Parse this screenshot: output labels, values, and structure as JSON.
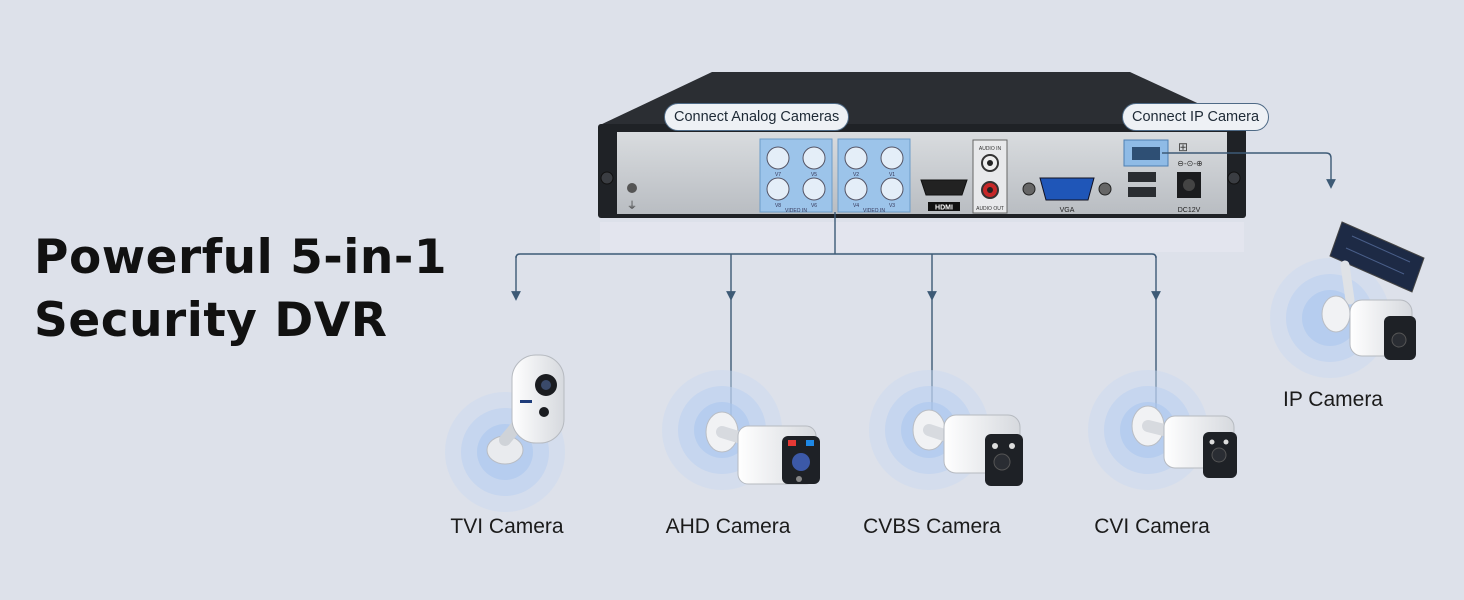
{
  "headline": {
    "line1": "Powerful 5-in-1",
    "line2": "Security DVR"
  },
  "callouts": {
    "analog": "Connect Analog Cameras",
    "ip": "Connect IP Camera"
  },
  "dvr": {
    "panel": {
      "video_in": "VIDEO IN",
      "audio_in": "AUDIO IN",
      "audio_out": "AUDIO OUT",
      "hdmi": "HDMI",
      "vga": "VGA",
      "dc": "DC12V",
      "bnc": [
        "V1",
        "V2",
        "V3",
        "V4",
        "V5",
        "V6",
        "V7",
        "V8"
      ]
    }
  },
  "cameras": {
    "tvi": "TVI Camera",
    "ahd": "AHD Camera",
    "cvbs": "CVBS Camera",
    "cvi": "CVI Camera",
    "ip": "IP Camera"
  },
  "colors": {
    "background": "#dde1ea",
    "connector": "#3d5a76",
    "port_blue": "#9cc4ea",
    "ring": "#8fb4e6"
  }
}
